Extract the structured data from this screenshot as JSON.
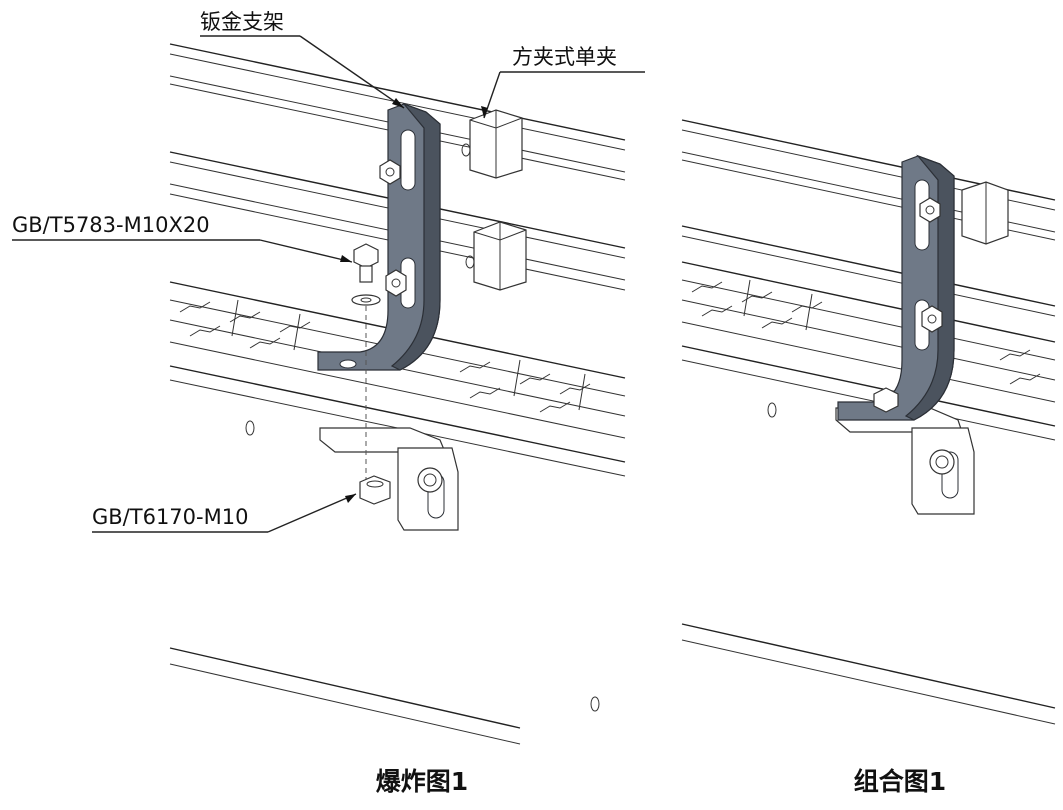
{
  "labels": {
    "bracket": "钣金支架",
    "clamp": "方夹式单夹",
    "bolt": "GB/T5783-M10X20",
    "nut": "GB/T6170-M10"
  },
  "captions": {
    "exploded": "爆炸图1",
    "assembled": "组合图1"
  },
  "colors": {
    "bracket_fill": "#6f7987",
    "line": "#222222"
  }
}
